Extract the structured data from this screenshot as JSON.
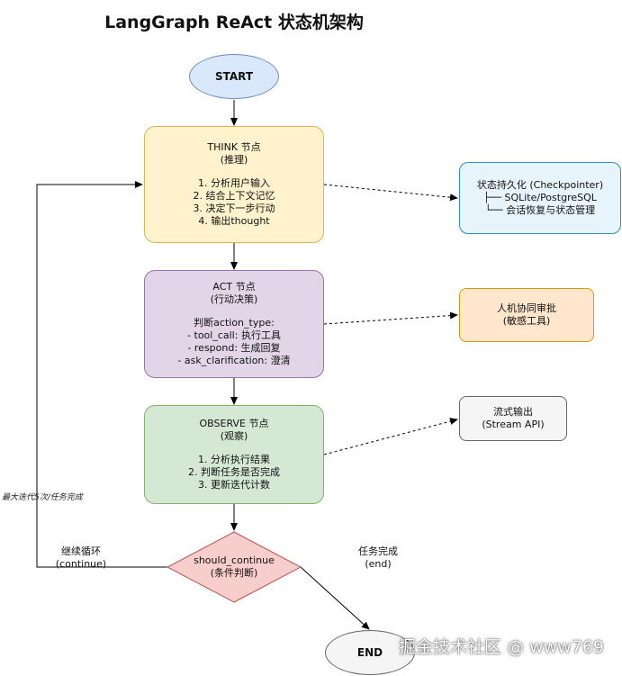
{
  "title": "LangGraph ReAct 状态机架构",
  "start": {
    "label": "START"
  },
  "think": {
    "title": "THINK 节点",
    "subtitle": "(推理)",
    "lines": [
      "1. 分析用户输入",
      "2. 结合上下文记忆",
      "3. 决定下一步行动",
      "4. 输出thought"
    ]
  },
  "act": {
    "title": "ACT 节点",
    "subtitle": "(行动决策)",
    "lines": [
      "判断action_type:",
      "- tool_call: 执行工具",
      "- respond: 生成回复",
      "- ask_clarification: 澄清"
    ]
  },
  "observe": {
    "title": "OBSERVE 节点",
    "subtitle": "(观察)",
    "lines": [
      "1. 分析执行结果",
      "2. 判断任务是否完成",
      "3. 更新迭代计数"
    ]
  },
  "decision": {
    "title": "should_continue",
    "subtitle": "(条件判断)"
  },
  "end": {
    "label": "END"
  },
  "checkpointer": {
    "title": "状态持久化 (Checkpointer)",
    "lines": [
      "├── SQLite/PostgreSQL",
      "└── 会话恢复与状态管理"
    ]
  },
  "hitl": {
    "title": "人机协同审批",
    "subtitle": "(敏感工具)"
  },
  "stream": {
    "title": "流式输出",
    "subtitle": "(Stream API)"
  },
  "edges": {
    "continue_label": "继续循环",
    "continue_sub": "(continue)",
    "end_label": "任务完成",
    "end_sub": "(end)",
    "loop_note": "最大迭代5次/任务完成"
  },
  "watermark": "掘金技术社区 @ www769",
  "colors": {
    "start_fill": "#dae8fc",
    "start_stroke": "#6c8ebf",
    "think_fill": "#fff2cc",
    "think_stroke": "#d6b656",
    "act_fill": "#e1d5e7",
    "act_stroke": "#9673a6",
    "observe_fill": "#d5e8d4",
    "observe_stroke": "#82b366",
    "decision_fill": "#f8cecc",
    "decision_stroke": "#b85450",
    "end_fill": "#f5f5f5",
    "end_stroke": "#666666",
    "checkpointer_fill": "#e8f4fc",
    "checkpointer_stroke": "#2d8dc4",
    "hitl_fill": "#ffe6cc",
    "hitl_stroke": "#d79b00",
    "stream_fill": "#f5f5f5",
    "stream_stroke": "#666666"
  }
}
